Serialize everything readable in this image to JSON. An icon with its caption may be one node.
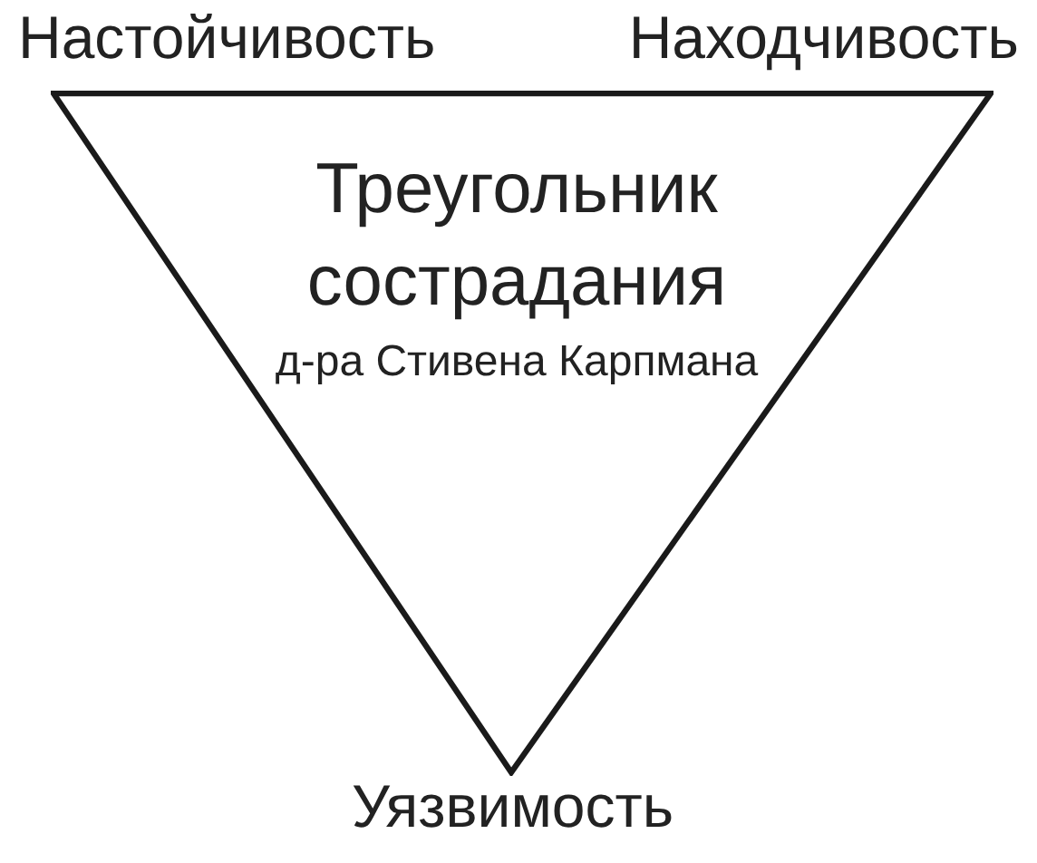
{
  "diagram": {
    "nodes": [
      {
        "text": [
          "Треугольник сострадания",
          "д-ра Стивена Карпмана"
        ],
        "beside": [
          "Настойчивость",
          "Находчивость",
          "Уязвимость"
        ]
      }
    ]
  }
}
